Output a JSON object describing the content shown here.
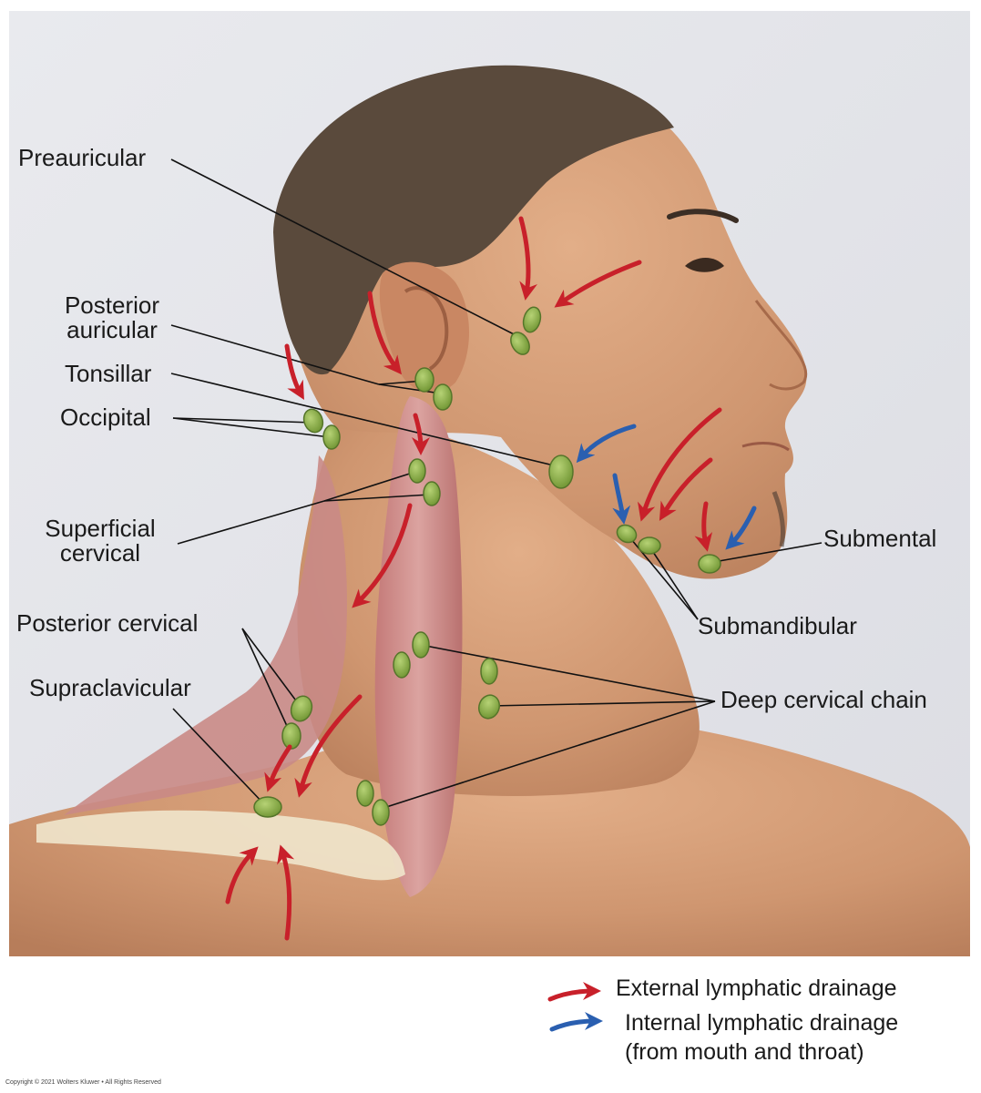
{
  "labels": {
    "preauricular": "Preauricular",
    "posterior_auricular_1": "Posterior",
    "posterior_auricular_2": "auricular",
    "tonsillar": "Tonsillar",
    "occipital": "Occipital",
    "superficial_cervical_1": "Superficial",
    "superficial_cervical_2": "cervical",
    "posterior_cervical": "Posterior cervical",
    "supraclavicular": "Supraclavicular",
    "submental": "Submental",
    "submandibular": "Submandibular",
    "deep_cervical_chain": "Deep cervical chain"
  },
  "legend": {
    "external": "External lymphatic drainage",
    "internal_1": "Internal lymphatic drainage",
    "internal_2": "(from mouth and throat)"
  },
  "copyright": "Copyright © 2021 Wolters Kluwer • All Rights Reserved",
  "colors": {
    "external_arrow": "#c8202a",
    "internal_arrow": "#2a5fb0",
    "lymph_node": "#8fb34a",
    "background": "#e4e5ea",
    "skin": "#d9a07a",
    "muscle": "#c98a86",
    "hair": "#5a4a3c"
  }
}
